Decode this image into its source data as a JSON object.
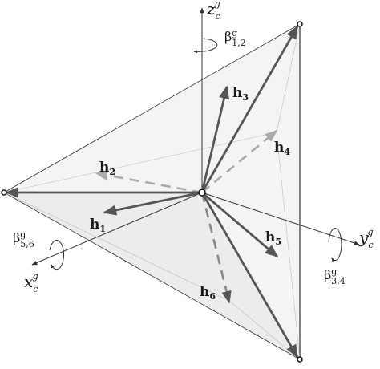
{
  "axes": {
    "z": {
      "base": "z",
      "sub": "c",
      "sup": "g"
    },
    "y": {
      "base": "y",
      "sub": "c",
      "sup": "g"
    },
    "x": {
      "base": "x",
      "sub": "c",
      "sup": "g"
    }
  },
  "rotations": {
    "beta12": {
      "base": "β",
      "sup": "g",
      "sub": "1,2"
    },
    "beta34": {
      "base": "β",
      "sup": "g",
      "sub": "3,4"
    },
    "beta56": {
      "base": "β",
      "sup": "g",
      "sub": "5,6"
    }
  },
  "vectors": {
    "h1": {
      "base": "h",
      "sub": "1"
    },
    "h2": {
      "base": "h",
      "sub": "2"
    },
    "h3": {
      "base": "h",
      "sub": "3"
    },
    "h4": {
      "base": "h",
      "sub": "4"
    },
    "h5": {
      "base": "h",
      "sub": "5"
    },
    "h6": {
      "base": "h",
      "sub": "6"
    }
  },
  "colors": {
    "solid_vector": "#555555",
    "dashed_vector": "#aaaaaa",
    "frame": "#333333",
    "plane_fill": "#f2f2f2"
  }
}
